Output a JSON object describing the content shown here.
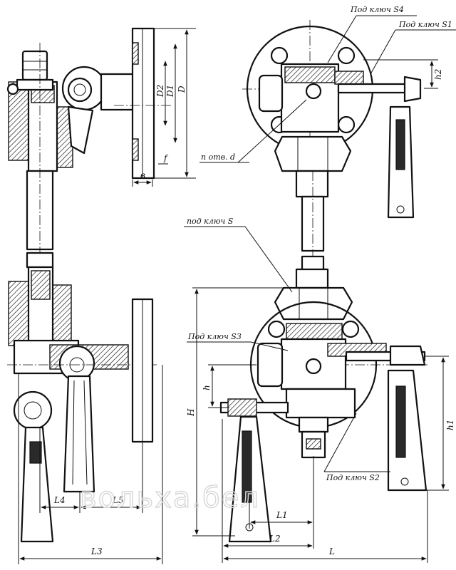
{
  "callouts": {
    "s4": "Под ключ S4",
    "s1": "Под ключ S1",
    "holes": "n отв. d",
    "s": "под ключ S",
    "s3": "Под ключ S3",
    "s2": "Под ключ S2"
  },
  "dimensions": {
    "d2": "D2",
    "d1": "D1",
    "d": "D",
    "b": "в",
    "f": "f",
    "h2": "h2",
    "h": "h",
    "h_total": "H",
    "h1": "h1",
    "l4": "L4",
    "l5": "L5",
    "l1": "L1",
    "l2": "L2",
    "l": "L",
    "l3": "L3"
  },
  "watermark": "вольха.бел"
}
